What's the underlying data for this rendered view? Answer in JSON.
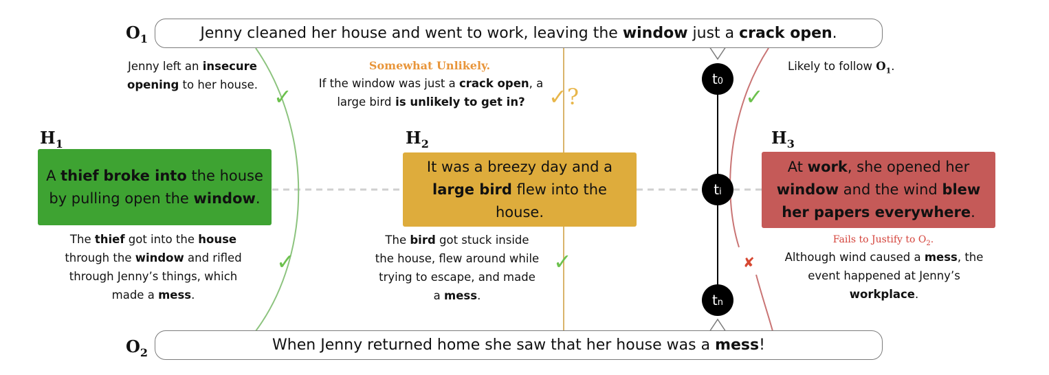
{
  "observations": {
    "o1": {
      "label": "O",
      "label_sub": "1",
      "parts": [
        "Jenny cleaned her house and went to work, leaving the ",
        "window",
        " just a ",
        "crack open",
        "."
      ]
    },
    "o2": {
      "label": "O",
      "label_sub": "2",
      "parts": [
        "When Jenny returned home she saw that her house was a ",
        "mess",
        "!"
      ]
    }
  },
  "hypotheses": {
    "h1": {
      "label": "H",
      "label_sub": "1",
      "box_color": "#3ea332",
      "parts": [
        "A ",
        "thief",
        " ",
        "broke into",
        " the house by pulling open the ",
        "window",
        "."
      ],
      "top_note": [
        "Jenny left an ",
        "insecure",
        " ",
        "opening",
        " to her house."
      ],
      "bottom_note": [
        "The ",
        "thief",
        " got into the ",
        "house",
        " through the ",
        "window",
        " and rifled through Jenny’s things, which made a ",
        "mess",
        "."
      ]
    },
    "h2": {
      "label": "H",
      "label_sub": "2",
      "box_color": "#deac3c",
      "parts": [
        "It was a breezy day and a ",
        "large bird",
        " flew into the house."
      ],
      "top_heading": "Somewhat Unlikely.",
      "top_note": [
        "If the window was just a ",
        "crack open",
        ", a ",
        "large bird",
        " is unlikely to get in?"
      ],
      "bottom_note": [
        "The ",
        "bird",
        " got stuck inside the house, flew around while trying to escape, and made a ",
        "mess",
        "."
      ]
    },
    "h3": {
      "label": "H",
      "label_sub": "3",
      "box_color": "#c55a58",
      "parts": [
        "At ",
        "work",
        ", she opened her ",
        "window",
        " and the wind ",
        "blew her papers everywhere",
        "."
      ],
      "top_note": [
        "Likely to follow ",
        "O",
        "1",
        "."
      ],
      "bottom_heading": [
        "Fails to Justify to O",
        "2",
        "."
      ],
      "bottom_note": [
        "Although wind caused a ",
        "mess",
        ", the event happened at Jenny’s ",
        "workplace",
        "."
      ]
    }
  },
  "timeline": {
    "nodes": [
      {
        "base": "t",
        "sub": "0"
      },
      {
        "base": "t",
        "sub": "i"
      },
      {
        "base": "t",
        "sub": "n"
      }
    ]
  },
  "marks": {
    "check": "✓",
    "question": "?",
    "cross": "✘"
  },
  "colors": {
    "green_line": "#8cc37e",
    "green_check": "#6cc14d",
    "yellow_line": "#d9b46a",
    "yellow_mark": "#e8b64a",
    "red_line": "#c97474",
    "red_cross": "#d64832",
    "orange_heading": "#e8953a",
    "red_heading": "#d4423a"
  }
}
